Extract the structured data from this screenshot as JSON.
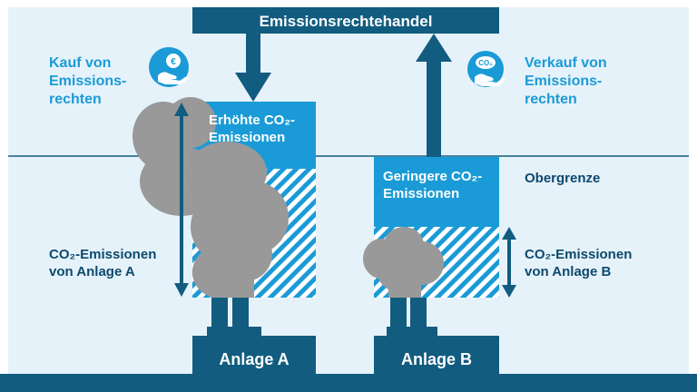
{
  "title": "Emissionsrechtehandel",
  "left": {
    "label_line1": "Kauf von",
    "label_line2": "Emissions-",
    "label_line3": "rechten",
    "icon": "euro-hand-icon",
    "icon_symbol": "€",
    "box_line1": "Erhöhte CO₂-",
    "box_line2": "Emissionen",
    "emissions_line1": "CO₂-Emissionen",
    "emissions_line2": "von Anlage A",
    "plant": "Anlage A"
  },
  "right": {
    "label_line1": "Verkauf von",
    "label_line2": "Emissions-",
    "label_line3": "rechten",
    "icon": "co2-hand-icon",
    "icon_symbol": "CO₂",
    "box_line1": "Geringere CO₂-",
    "box_line2": "Emissionen",
    "emissions_line1": "CO₂-Emissionen",
    "emissions_line2": "von Anlage B",
    "plant": "Anlage B"
  },
  "cap_label": "Obergrenze",
  "colors": {
    "navy": "#125c80",
    "cyan": "#1a9bd7",
    "smoke": "#999999",
    "background": "#e6f2fa"
  }
}
